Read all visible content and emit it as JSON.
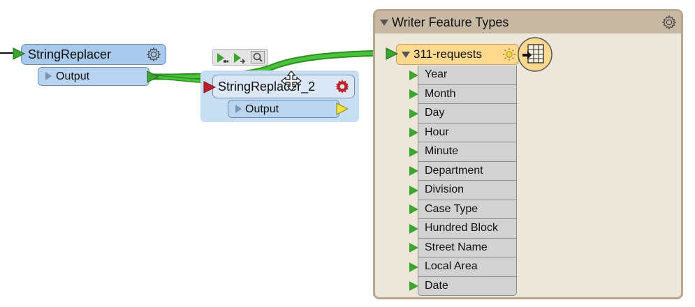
{
  "transformer_1": {
    "title": "StringReplacer",
    "output_port": "Output",
    "icon": "gear-icon"
  },
  "transformer_2": {
    "title": "StringReplacer_2",
    "output_port": "Output",
    "icon": "gear-icon",
    "status_color": "#c0202a"
  },
  "writer": {
    "title": "Writer Feature Types",
    "feature_type": {
      "name": "311-requests",
      "attributes": [
        "Year",
        "Month",
        "Day",
        "Hour",
        "Minute",
        "Department",
        "Division",
        "Case Type",
        "Hundred Block",
        "Street Name",
        "Local Area",
        "Date"
      ]
    }
  },
  "colors": {
    "connection": "#28a428",
    "transformer_header": "#a8c8ec",
    "feature_type_header": "#ffd890",
    "bookmark_border": "#b8a690",
    "attribute_bg": "#d2d2d2"
  }
}
